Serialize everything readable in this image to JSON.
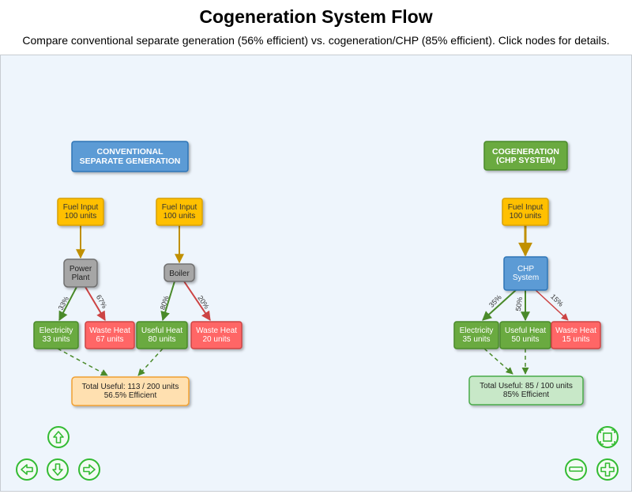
{
  "header": {
    "title": "Cogeneration System Flow",
    "subtitle": "Compare conventional separate generation (56% efficient) vs. cogeneration/CHP (85% efficient). Click nodes for details."
  },
  "colors": {
    "blue": "#5b9bd5",
    "green": "#6aaa40",
    "fuel": "#ffc000",
    "gray": "#a6a6a6",
    "red": "#ff6666",
    "total_conv": "#ffe0b0",
    "total_chp": "#c8e8c8",
    "control_green": "#33bb33"
  },
  "conventional": {
    "header": [
      "CONVENTIONAL",
      "SEPARATE GENERATION"
    ],
    "fuel1": [
      "Fuel Input",
      "100 units"
    ],
    "fuel2": [
      "Fuel Input",
      "100 units"
    ],
    "power_plant": [
      "Power",
      "Plant"
    ],
    "boiler": [
      "Boiler"
    ],
    "electricity": [
      "Electricity",
      "33 units"
    ],
    "waste1": [
      "Waste Heat",
      "67 units"
    ],
    "useful": [
      "Useful Heat",
      "80 units"
    ],
    "waste2": [
      "Waste Heat",
      "20 units"
    ],
    "total": [
      "Total Useful: 113 / 200 units",
      "56.5% Efficient"
    ],
    "labels": {
      "elec": "33%",
      "waste1": "67%",
      "useful": "80%",
      "waste2": "20%"
    }
  },
  "chp": {
    "header": [
      "COGENERATION",
      "(CHP SYSTEM)"
    ],
    "fuel": [
      "Fuel Input",
      "100 units"
    ],
    "system": [
      "CHP",
      "System"
    ],
    "electricity": [
      "Electricity",
      "35 units"
    ],
    "useful": [
      "Useful Heat",
      "50 units"
    ],
    "waste": [
      "Waste Heat",
      "15 units"
    ],
    "total": [
      "Total Useful: 85 / 100 units",
      "85% Efficient"
    ],
    "labels": {
      "elec": "35%",
      "useful": "50%",
      "waste": "15%"
    }
  },
  "controls": {
    "up": "pan-up",
    "down": "pan-down",
    "left": "pan-left",
    "right": "pan-right",
    "fit": "fit-view",
    "zoom_in": "zoom-in",
    "zoom_out": "zoom-out"
  }
}
